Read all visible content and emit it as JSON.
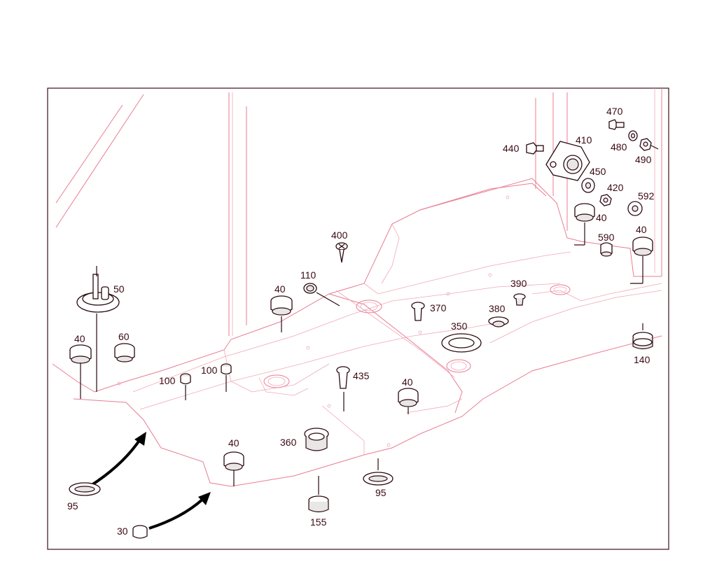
{
  "callouts": {
    "c50": "50",
    "c40a": "40",
    "c60": "60",
    "c100a": "100",
    "c100b": "100",
    "c40b": "40",
    "c110": "110",
    "c400": "400",
    "c370": "370",
    "c380": "380",
    "c390": "390",
    "c350": "350",
    "c435": "435",
    "c40c": "40",
    "c40d": "40",
    "c360": "360",
    "c155": "155",
    "c95a": "95",
    "c95b": "95",
    "c30": "30",
    "c440": "440",
    "c410": "410",
    "c470": "470",
    "c480": "480",
    "c490": "490",
    "c450": "450",
    "c420": "420",
    "c592": "592",
    "c40e": "40",
    "c590": "590",
    "c40f": "40",
    "c140": "140"
  },
  "colors": {
    "frame": "#3a1018",
    "body_outline": "#e87d93",
    "part_outline": "#2a0810",
    "callout_text": "#3a0a12",
    "arrow": "#000000"
  }
}
